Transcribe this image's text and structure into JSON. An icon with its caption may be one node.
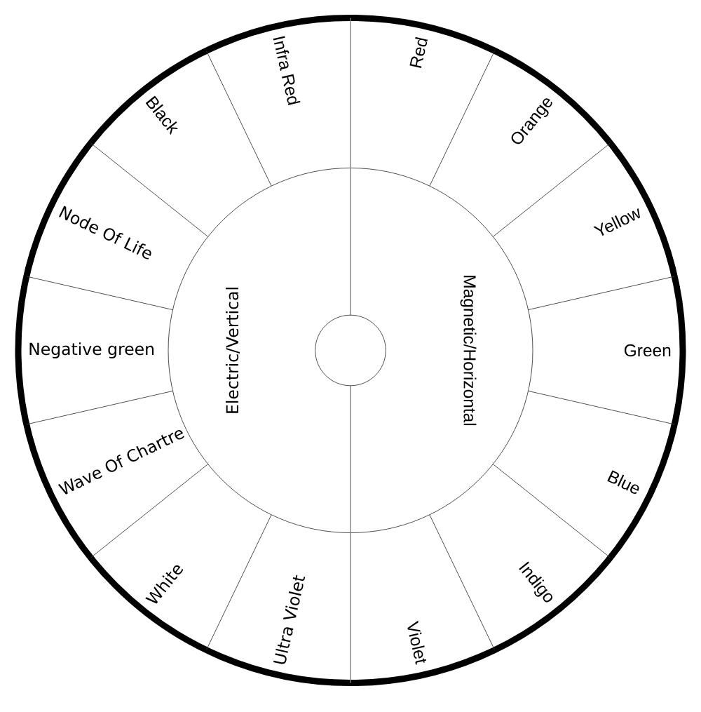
{
  "diagram": {
    "nodes": [
      {
        "text": [
          "Red"
        ]
      },
      {
        "text": [
          "Orange"
        ]
      },
      {
        "text": [
          "Yellow"
        ]
      },
      {
        "text": [
          "Green"
        ]
      },
      {
        "text": [
          "Blue"
        ]
      },
      {
        "text": [
          "Indigo"
        ]
      },
      {
        "text": [
          "Violet"
        ]
      },
      {
        "text": [
          "Ultra Violet"
        ]
      },
      {
        "text": [
          "White"
        ]
      },
      {
        "text": [
          "Wave Of Chartre"
        ]
      },
      {
        "text": [
          "Negative green"
        ]
      },
      {
        "text": [
          "Node Of Life"
        ]
      },
      {
        "text": [
          "Black"
        ]
      },
      {
        "text": [
          "Infra Red"
        ]
      },
      {
        "text": [
          "Magnetic/Horizontal"
        ]
      },
      {
        "text": [
          "Electric/Vertical"
        ]
      },
      {
        "text": [],
        "shape": "circle"
      }
    ]
  }
}
